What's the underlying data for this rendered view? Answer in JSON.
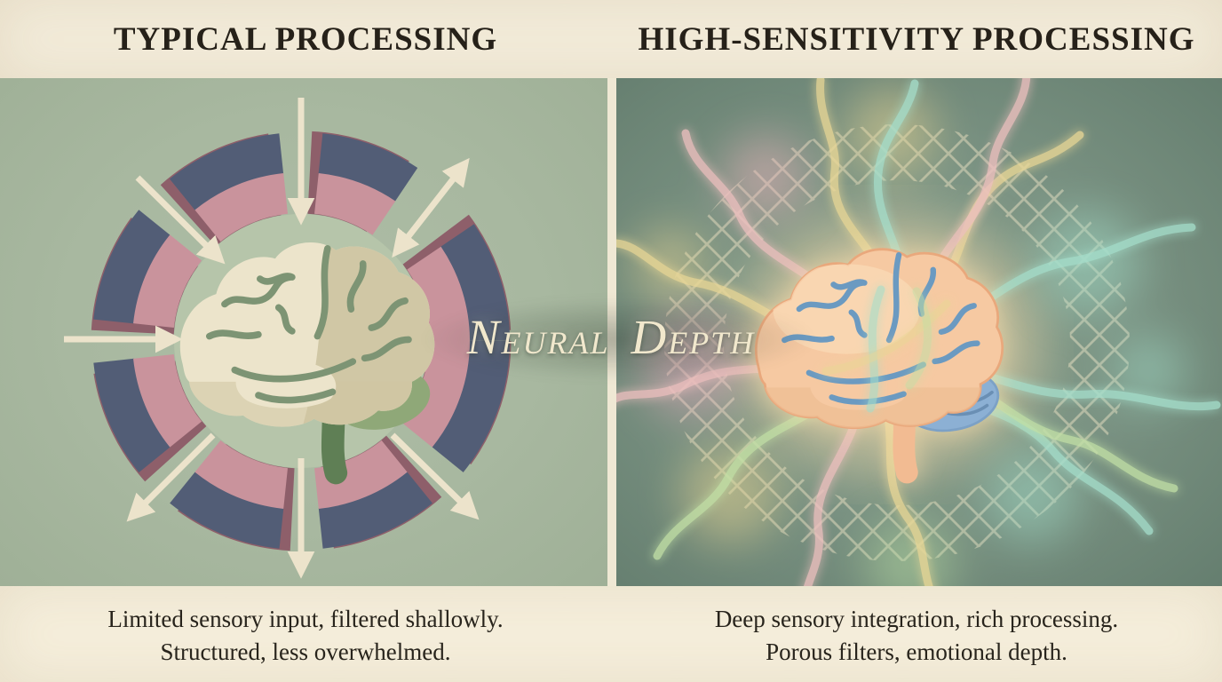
{
  "header": {
    "left_title": "TYPICAL PROCESSING",
    "right_title": "HIGH-SENSITIVITY PROCESSING"
  },
  "watermark": {
    "word1": "Neural",
    "word2": "Depth"
  },
  "captions": {
    "left_line1": "Limited sensory input, filtered shallowly.",
    "left_line2": "Structured, less overwhelmed.",
    "right_line1": "Deep sensory integration, rich processing.",
    "right_line2": "Porous filters, emotional depth."
  },
  "icons": {
    "left_illustration": "filtered-brain-ring-icon",
    "right_illustration": "glowing-brain-mesh-icon"
  },
  "colors": {
    "paper_cream": "#f3ecda",
    "left_panel_green": "#a8b8a0",
    "right_panel_green": "#7b9383",
    "ring_outer_navy": "#525d76",
    "ring_inner_pink": "#c9939c",
    "ring_cut_maroon": "#8e5f6a",
    "arrow_cream": "#ece3cb",
    "brain_cream": "#ece4cb",
    "brain_tan": "#cfc5a2",
    "brain_peach": "#f6c9a2",
    "cerebellum_green": "#8fa878",
    "cerebellum_blue": "#8cb0d4",
    "sulci_green": "#7d9474",
    "sulci_blue": "#6b9ac1",
    "stream_teal": "#a5decb",
    "stream_yellow": "#e9d796",
    "stream_pink": "#eec0bf",
    "stream_green": "#c2e0a6",
    "title_ink": "#262119"
  }
}
